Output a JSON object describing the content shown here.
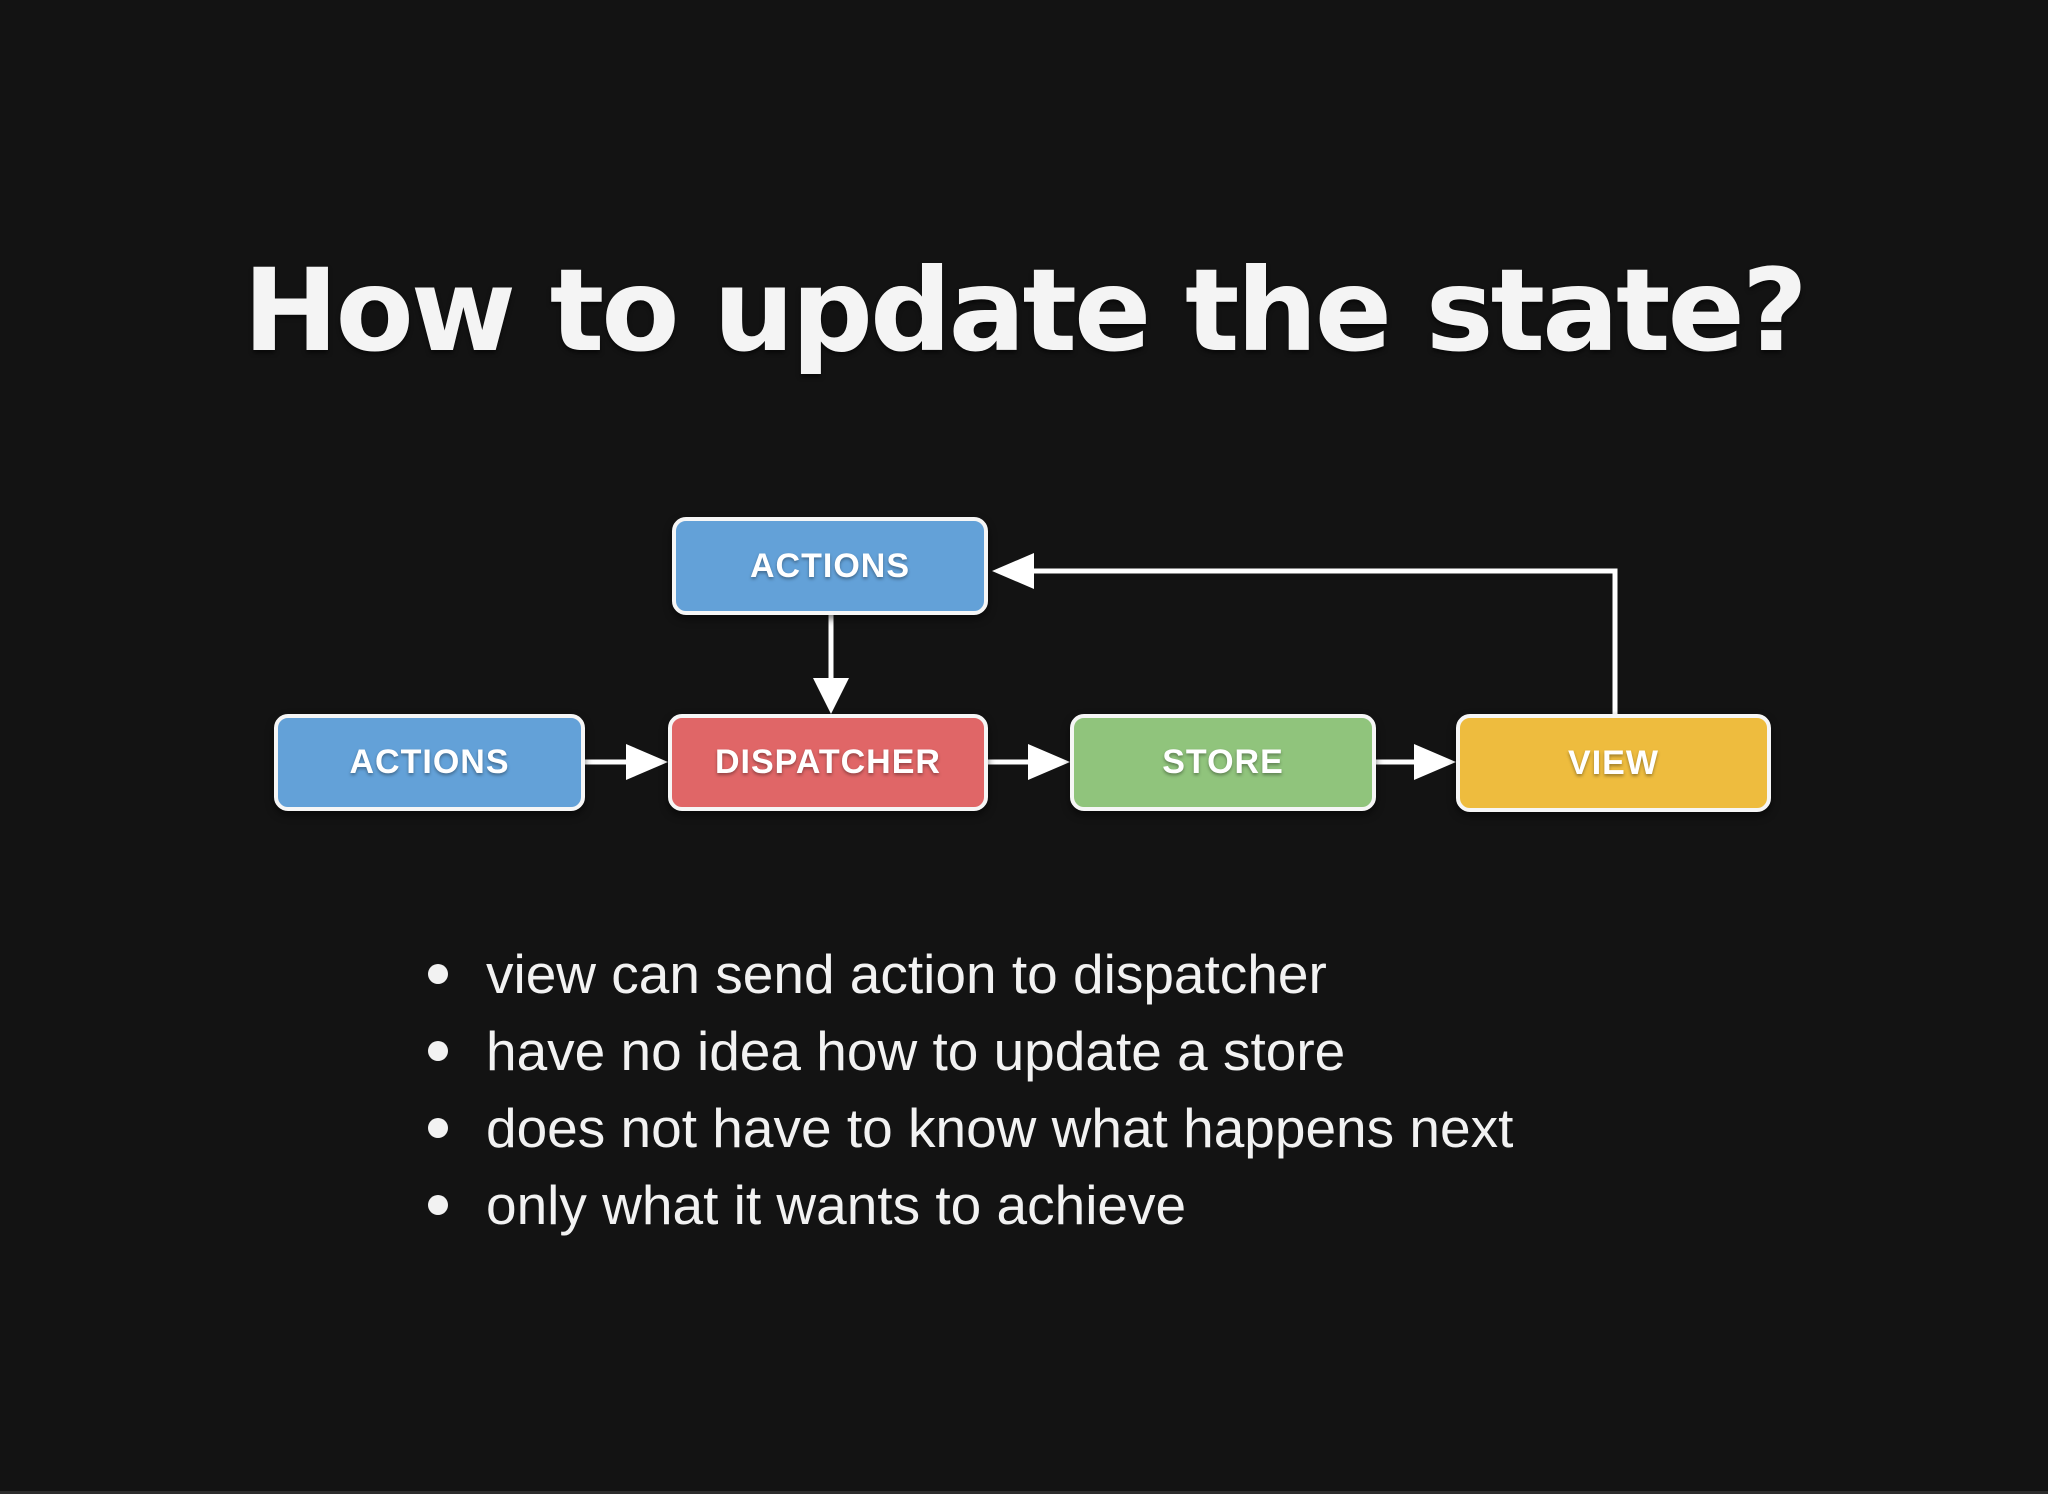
{
  "slide": {
    "title": "How to update the state?",
    "background": "#131313",
    "text_color": "#f2f2f2"
  },
  "diagram": {
    "arrow_color": "#ffffff",
    "node_border_color": "#f6f6f6",
    "node_text_color": "#ffffff",
    "nodes": [
      {
        "id": "actions-top",
        "label": "ACTIONS",
        "color": "#63a1d8"
      },
      {
        "id": "actions-left",
        "label": "ACTIONS",
        "color": "#63a1d8"
      },
      {
        "id": "dispatcher",
        "label": "DISPATCHER",
        "color": "#e06667"
      },
      {
        "id": "store",
        "label": "STORE",
        "color": "#90c47c"
      },
      {
        "id": "view",
        "label": "VIEW",
        "color": "#eebc3e"
      }
    ],
    "flows": [
      "actions-left -> dispatcher",
      "actions-top -> dispatcher",
      "dispatcher -> store",
      "store -> view",
      "view -> actions-top"
    ]
  },
  "bullets": [
    "view can send action to dispatcher",
    "have no idea how to update a store",
    "does not have to know what happens next",
    "only what it wants to achieve"
  ]
}
